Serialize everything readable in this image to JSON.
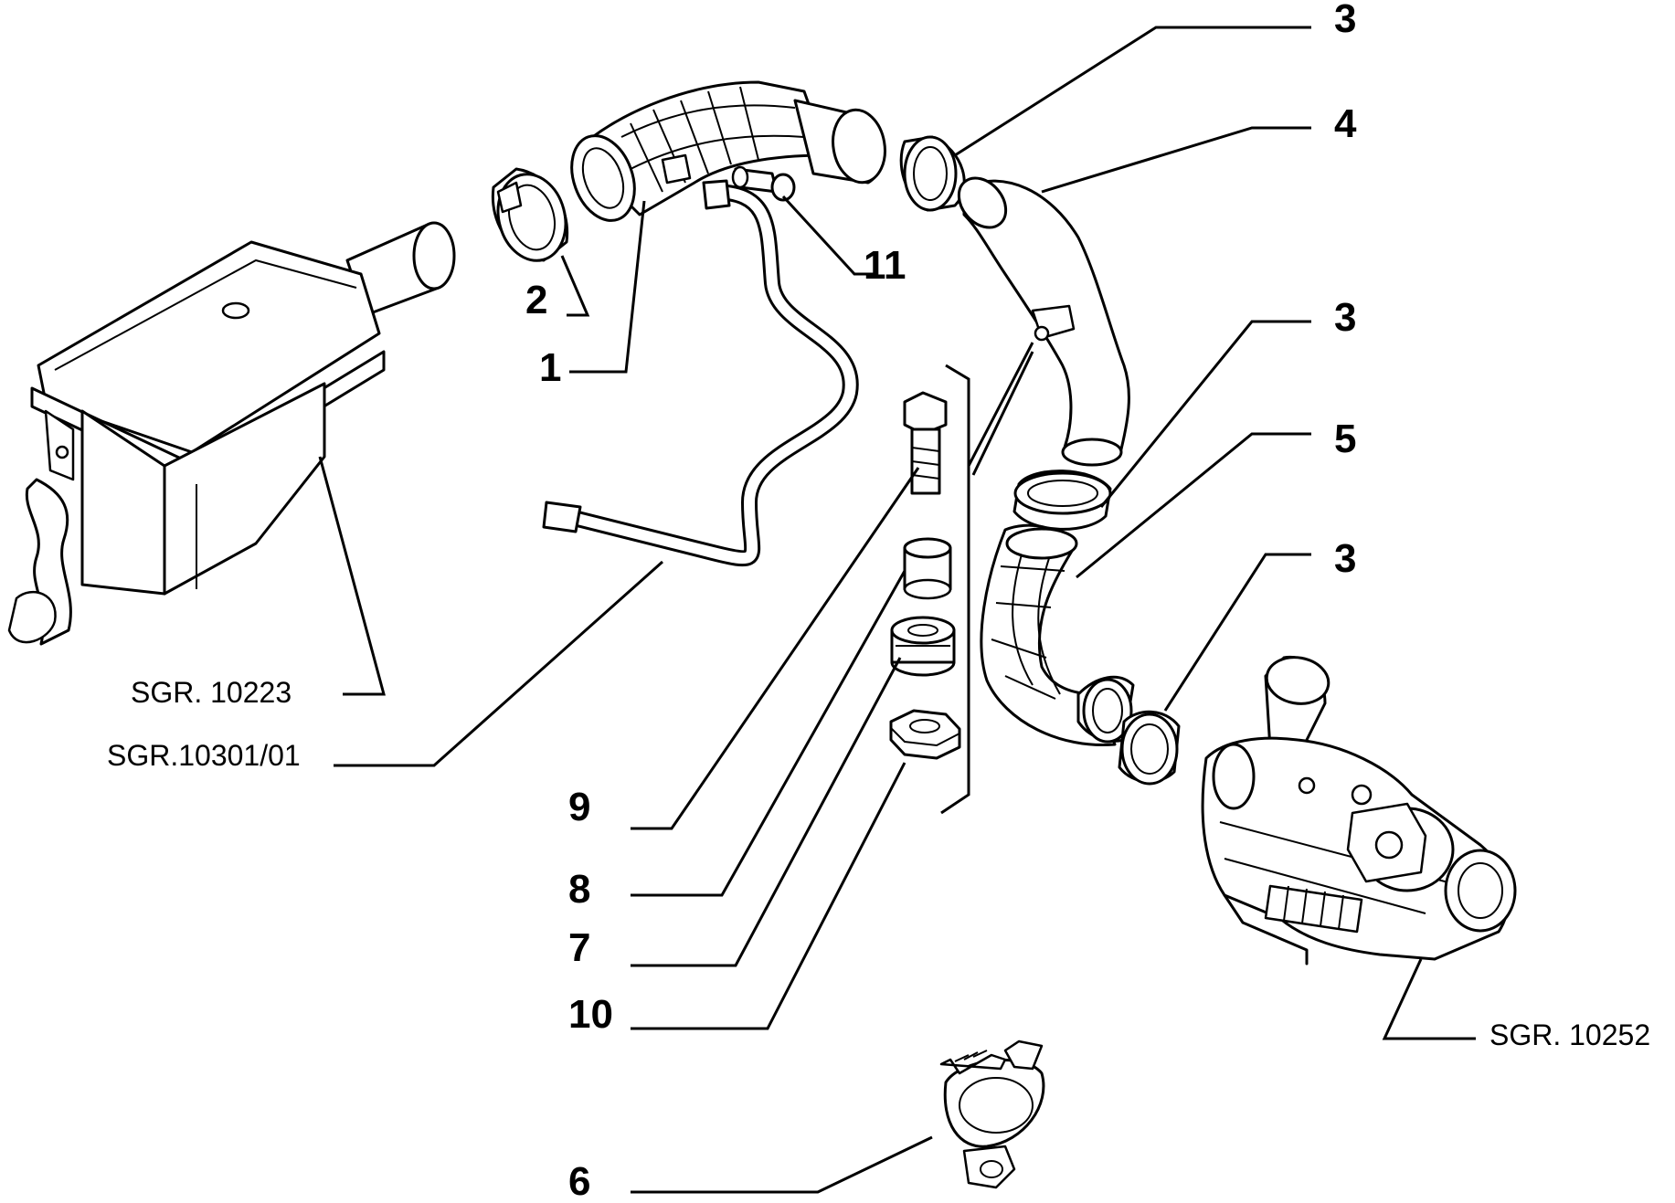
{
  "callouts": {
    "c1": "1",
    "c2": "2",
    "c3a": "3",
    "c3b": "3",
    "c3c": "3",
    "c4": "4",
    "c5": "5",
    "c6": "6",
    "c7": "7",
    "c8": "8",
    "c9": "9",
    "c10": "10",
    "c11": "11"
  },
  "references": {
    "air_filter": "SGR. 10223",
    "oil_pipe": "SGR.10301/01",
    "turbo": "SGR. 10252"
  }
}
